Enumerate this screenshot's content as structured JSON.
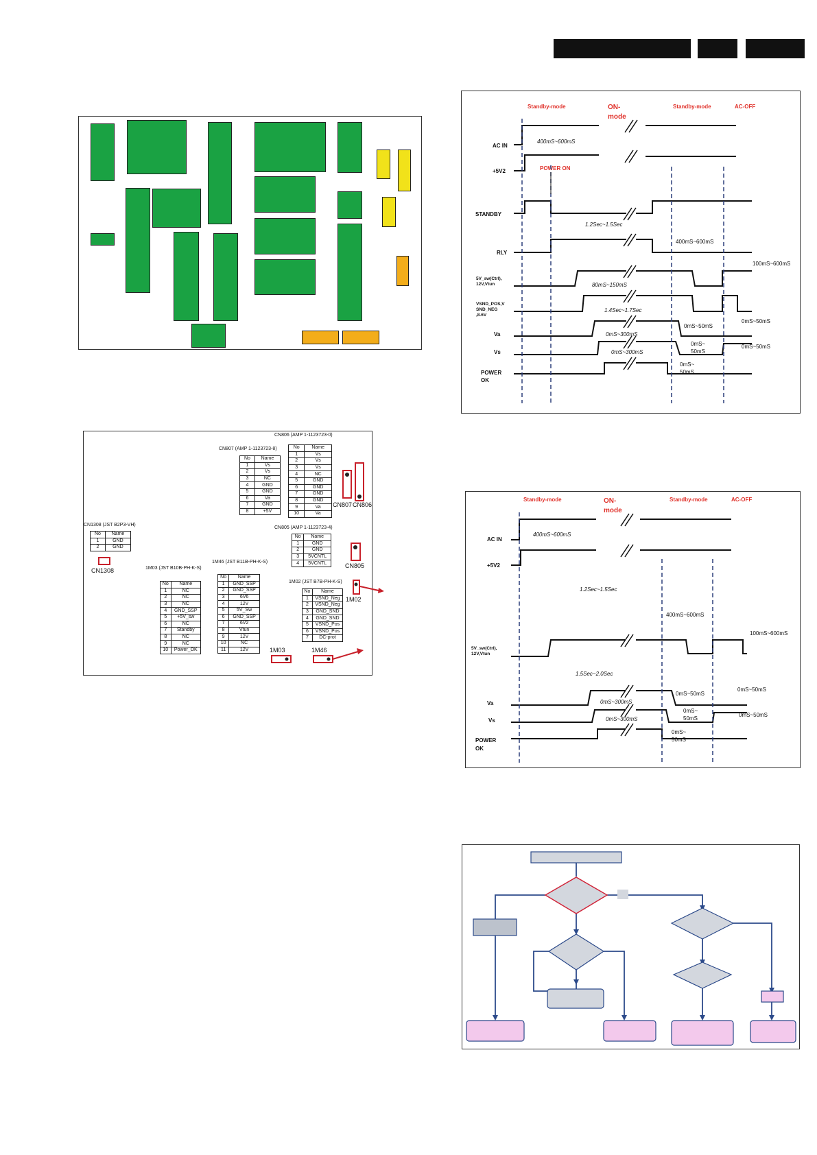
{
  "colors": {
    "pcb_green": "#1aa243",
    "pcb_yellow": "#f1e21a",
    "pcb_orange": "#f3ad1a",
    "mode_label": "#e0312a",
    "connector_red": "#c8202a",
    "flow_line": "#2c4a8a",
    "flow_decision": "#d3d7de",
    "flow_terminal": "#f3c9ec"
  },
  "connectors": {
    "cn806": {
      "title": "CN806 (AMP 1-1123723-0)",
      "headers": [
        "No",
        "Name"
      ],
      "rows": [
        [
          "1",
          "Vs"
        ],
        [
          "2",
          "Vs"
        ],
        [
          "3",
          "Vs"
        ],
        [
          "4",
          "NC"
        ],
        [
          "5",
          "GND"
        ],
        [
          "6",
          "GND"
        ],
        [
          "7",
          "GND"
        ],
        [
          "8",
          "GND"
        ],
        [
          "9",
          "Va"
        ],
        [
          "10",
          "Va"
        ]
      ]
    },
    "cn807": {
      "title": "CN807 (AMP 1-1123723-8)",
      "headers": [
        "No",
        "Name"
      ],
      "rows": [
        [
          "1",
          "Vs"
        ],
        [
          "2",
          "Vs"
        ],
        [
          "3",
          "NC"
        ],
        [
          "4",
          "GND"
        ],
        [
          "5",
          "GND"
        ],
        [
          "6",
          "Va"
        ],
        [
          "7",
          "GND"
        ],
        [
          "8",
          "+5V"
        ]
      ]
    },
    "cn1308": {
      "title": "CN1308 (JST B2P3-VH)",
      "headers": [
        "No",
        "Name"
      ],
      "rows": [
        [
          "1",
          "GND"
        ],
        [
          "2",
          "GND"
        ]
      ]
    },
    "cn805": {
      "title": "CN805 (AMP 1-1123723-4)",
      "headers": [
        "No",
        "Name"
      ],
      "rows": [
        [
          "1",
          "GND"
        ],
        [
          "2",
          "GND"
        ],
        [
          "3",
          "5VCNTL"
        ],
        [
          "4",
          "5VCNTL"
        ]
      ]
    },
    "m03": {
      "title": "1M03 (JST B10B-PH-K-S)",
      "headers": [
        "No",
        "Name"
      ],
      "rows": [
        [
          "1",
          "NC"
        ],
        [
          "2",
          "NC"
        ],
        [
          "3",
          "NC"
        ],
        [
          "4",
          "GND_SSP"
        ],
        [
          "5",
          "+5V_sw"
        ],
        [
          "6",
          "NC"
        ],
        [
          "7",
          "Standby"
        ],
        [
          "8",
          "NC"
        ],
        [
          "9",
          "NC"
        ],
        [
          "10",
          "Power_OK"
        ]
      ]
    },
    "m46": {
      "title": "1M46 (JST B11B-PH-K-S)",
      "headers": [
        "No",
        "Name"
      ],
      "rows": [
        [
          "1",
          "GND_SSP"
        ],
        [
          "2",
          "GND_SSP"
        ],
        [
          "3",
          "6V6"
        ],
        [
          "4",
          "12V"
        ],
        [
          "5",
          "5V_Sw"
        ],
        [
          "6",
          "GND_SSP"
        ],
        [
          "7",
          "6V2"
        ],
        [
          "8",
          "Vtun"
        ],
        [
          "9",
          "12V"
        ],
        [
          "10",
          "NC"
        ],
        [
          "11",
          "12V"
        ]
      ]
    },
    "m02": {
      "title": "1M02 (JST B7B-PH-K-S)",
      "headers": [
        "No",
        "Name"
      ],
      "rows": [
        [
          "1",
          "VSND_Neg"
        ],
        [
          "2",
          "VSND_Neg"
        ],
        [
          "3",
          "GND_SND"
        ],
        [
          "4",
          "GND_SND"
        ],
        [
          "5",
          "VSND_Pos"
        ],
        [
          "6",
          "VSND_Pos"
        ],
        [
          "7",
          "DC-prot"
        ]
      ]
    }
  },
  "connector_labels": {
    "cn807": "CN807",
    "cn806": "CN806",
    "cn1308": "CN1308",
    "cn805": "CN805",
    "m02": "1M02",
    "m03": "1M03",
    "m46": "1M46"
  },
  "timing1": {
    "modes": {
      "standby1": "Standby-mode",
      "on1": "ON-",
      "on2": "mode",
      "standby2": "Standby-mode",
      "acoff": "AC-OFF",
      "poweron": "POWER ON"
    },
    "signals": {
      "acin": "AC IN",
      "v5v2": "+5V2",
      "standby": "STANDBY",
      "rly": "RLY",
      "sw1": "5V_sw(Ctrl),",
      "sw2": "12V,Vtun",
      "snd1": "VSND_POS,V",
      "snd2": "SND_NEG",
      "snd3": ",8.6V",
      "va": "Va",
      "vs": "Vs",
      "pok1": "POWER",
      "pok2": "OK"
    },
    "timings": {
      "t1": "400mS~600mS",
      "t2": "1.2Sec~1.5Sec",
      "t3": "400mS~600mS",
      "t4": "100mS~600mS",
      "t5": "80mS~150mS",
      "t6": "1.4Sec~1.7Sec",
      "t7": "0mS~50mS",
      "t8": "0mS~50mS",
      "t9": "0mS~300mS",
      "t10a": "0mS~",
      "t10b": "50mS",
      "t11": "0mS~50mS",
      "t12": "0mS~300mS",
      "t13a": "0mS~",
      "t13b": "50mS"
    }
  },
  "timing2": {
    "modes": {
      "standby1": "Standby-mode",
      "on1": "ON-",
      "on2": "mode",
      "standby2": "Standby-mode",
      "acoff": "AC-OFF"
    },
    "signals": {
      "acin": "AC IN",
      "v5v2": "+5V2",
      "sw1": "5V_sw(Ctrl),",
      "sw2": "12V,Vtun",
      "va": "Va",
      "vs": "Vs",
      "pok1": "POWER",
      "pok2": "OK"
    },
    "timings": {
      "t1": "400mS~600mS",
      "t2": "1.2Sec~1.5Sec",
      "t3": "400mS~600mS",
      "t4": "100mS~600mS",
      "t5": "1.5Sec~2.0Sec",
      "t6": "0mS~50mS",
      "t7": "0mS~50mS",
      "t8": "0mS~300mS",
      "t9a": "0mS~",
      "t9b": "50mS",
      "t10": "0mS~50mS",
      "t11": "0mS~300mS",
      "t12a": "0mS~",
      "t12b": "50mS"
    }
  }
}
